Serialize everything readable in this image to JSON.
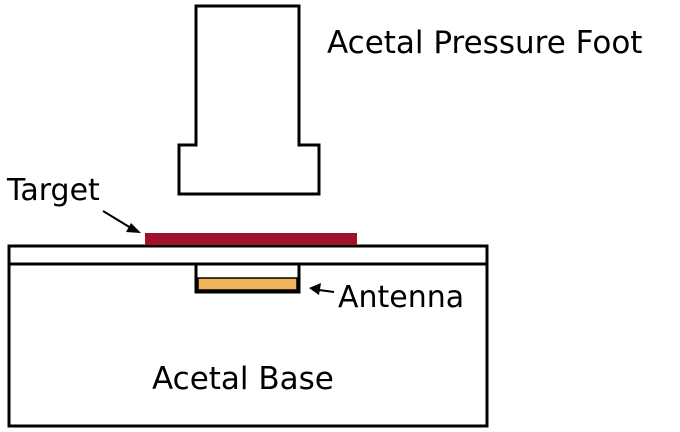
{
  "labels": {
    "pressure_foot": "Acetal Pressure Foot",
    "target": "Target",
    "antenna": "Antenna",
    "base": "Acetal Base"
  },
  "colors": {
    "stroke": "#000000",
    "background": "#ffffff",
    "target_fill": "#a0122a",
    "antenna_fill": "#f0b25a"
  }
}
